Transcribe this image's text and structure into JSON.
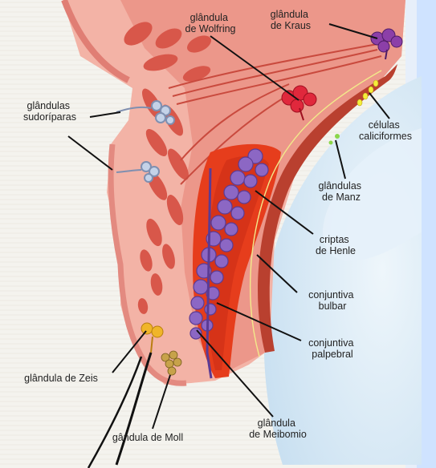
{
  "labels": {
    "wolfring": [
      "glândula",
      "de Wolfring"
    ],
    "kraus": [
      "glândula",
      "de Kraus"
    ],
    "sudoriparas": [
      "glândulas",
      "sudoríparas"
    ],
    "caliciformes": [
      "células",
      "caliciformes"
    ],
    "manz": [
      "glândulas",
      "de Manz"
    ],
    "henle": [
      "criptas",
      "de Henle"
    ],
    "bulbar": [
      "conjuntiva",
      "bulbar"
    ],
    "palpebral": [
      "conjuntiva",
      "palpebral"
    ],
    "zeis": "glândula de Zeis",
    "moll": "gândula de Moll",
    "meibomio": [
      "glândula",
      "de Meibomio"
    ]
  },
  "colors": {
    "background": "#f4f3ee",
    "frame_right": "#cfe3ff",
    "skin": "#f3b3a6",
    "skin_dark": "#e07e74",
    "tissue": "#e9877c",
    "tarsus": "#e63d1c",
    "tarsus_inner": "#d73018",
    "conjunctiva_band": "#b9402f",
    "eyeball": "#cfe4f3",
    "eyeball_light": "#e3f0f8",
    "gland_purple": "#8c67c4",
    "gland_purple_dark": "#5b3b94",
    "wolfring_red": "#e0283c",
    "sweat_gland": "#9db7d9",
    "zeis_yellow": "#f0b52a",
    "moll_tan": "#c7a24a",
    "goblet_yellow": "#f6ee3a",
    "manz_green": "#8bd64a",
    "leader_line": "#111111"
  }
}
